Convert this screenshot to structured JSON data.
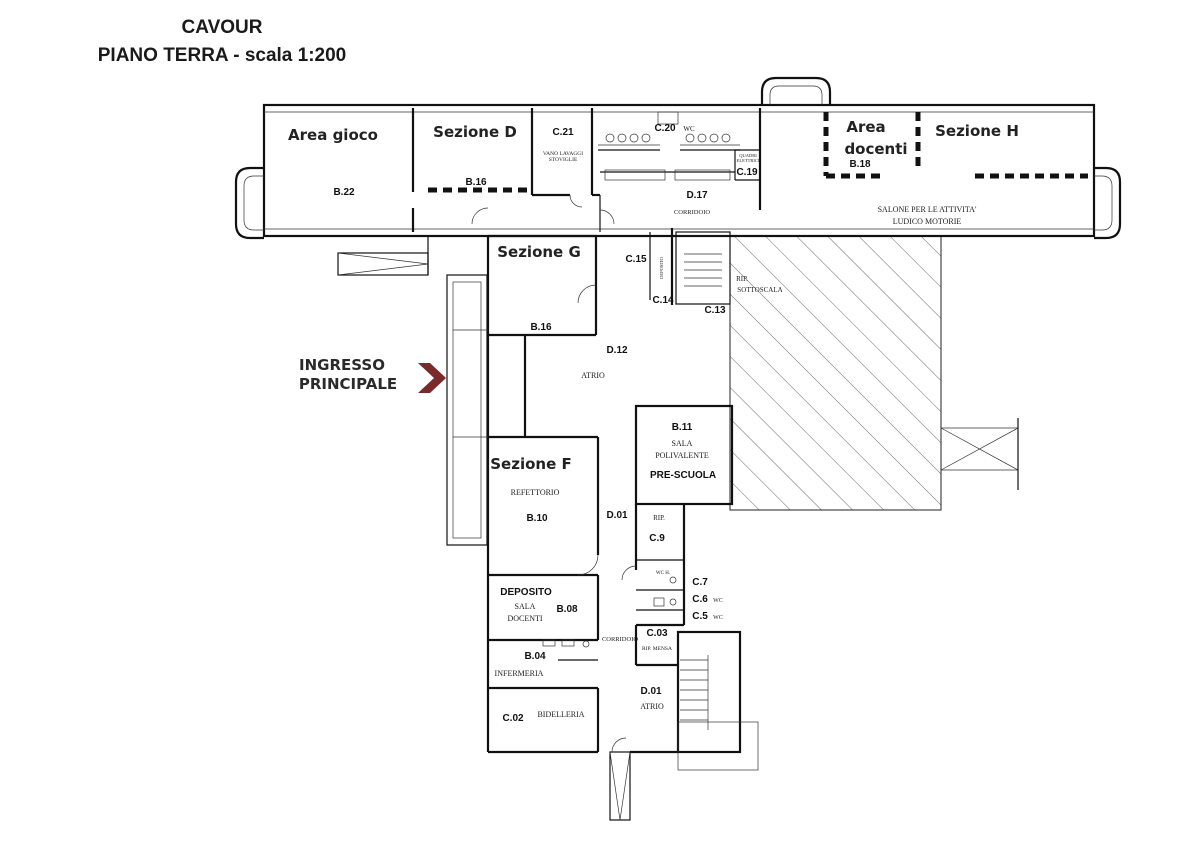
{
  "header": {
    "title_line1": "CAVOUR",
    "title_line2": "PIANO TERRA - scala 1:200"
  },
  "entrance": {
    "line1": "INGRESSO",
    "line2": "PRINCIPALE",
    "arrow_color": "#7a2a2a"
  },
  "zones": {
    "area_gioco": "Area gioco",
    "sezione_d": "Sezione D",
    "area_docenti_1": "Area",
    "area_docenti_2": "docenti",
    "sezione_h": "Sezione H",
    "sezione_g": "Sezione G",
    "sezione_f": "Sezione F"
  },
  "rooms": {
    "b22": "B.22",
    "b16_top": "B.16",
    "c21": "C.21",
    "c21_desc1": "VANO LAVAGGI",
    "c21_desc2": "STOVIGLIE",
    "c20": "C.20",
    "c20_wc": "WC",
    "quadri1": "QUADRI",
    "quadri2": "ELETTRICI",
    "c19": "C.19",
    "d17": "D.17",
    "corridoio_top": "CORRIDOIO",
    "b18": "B.18",
    "salone1": "SALONE PER LE ATTIVITA'",
    "salone2": "LUDICO MOTORIE",
    "c15": "C.15",
    "c15_desc": "DEPOSITO",
    "c14": "C.14",
    "c13": "C.13",
    "rip_sotto1": "RIP.",
    "rip_sotto2": "SOTTOSCALA",
    "b16_mid": "B.16",
    "d12": "D.12",
    "atrio_mid": "ATRIO",
    "b11": "B.11",
    "sala_pol1": "SALA",
    "sala_pol2": "POLIVALENTE",
    "prescuola": "PRE-SCUOLA",
    "refettorio": "REFETTORIO",
    "b10": "B.10",
    "d01_a": "D.01",
    "rip_c9": "RIP.",
    "c9": "C.9",
    "wc_h": "WC H.",
    "c7": "C.7",
    "c6": "C.6",
    "c6_wc": "WC",
    "c5": "C.5",
    "c5_wc": "WC",
    "deposito": "DEPOSITO",
    "sala_doc1": "SALA",
    "sala_doc2": "DOCENTI",
    "b08": "B.08",
    "corridoio_low": "CORRIDOIO",
    "c03": "C.03",
    "rip_mensa": "RIP. MENSA",
    "b04": "B.04",
    "infermeria": "INFERMERIA",
    "d01_b": "D.01",
    "atrio_low": "ATRIO",
    "c02": "C.02",
    "bidelleria": "BIDELLERIA"
  }
}
